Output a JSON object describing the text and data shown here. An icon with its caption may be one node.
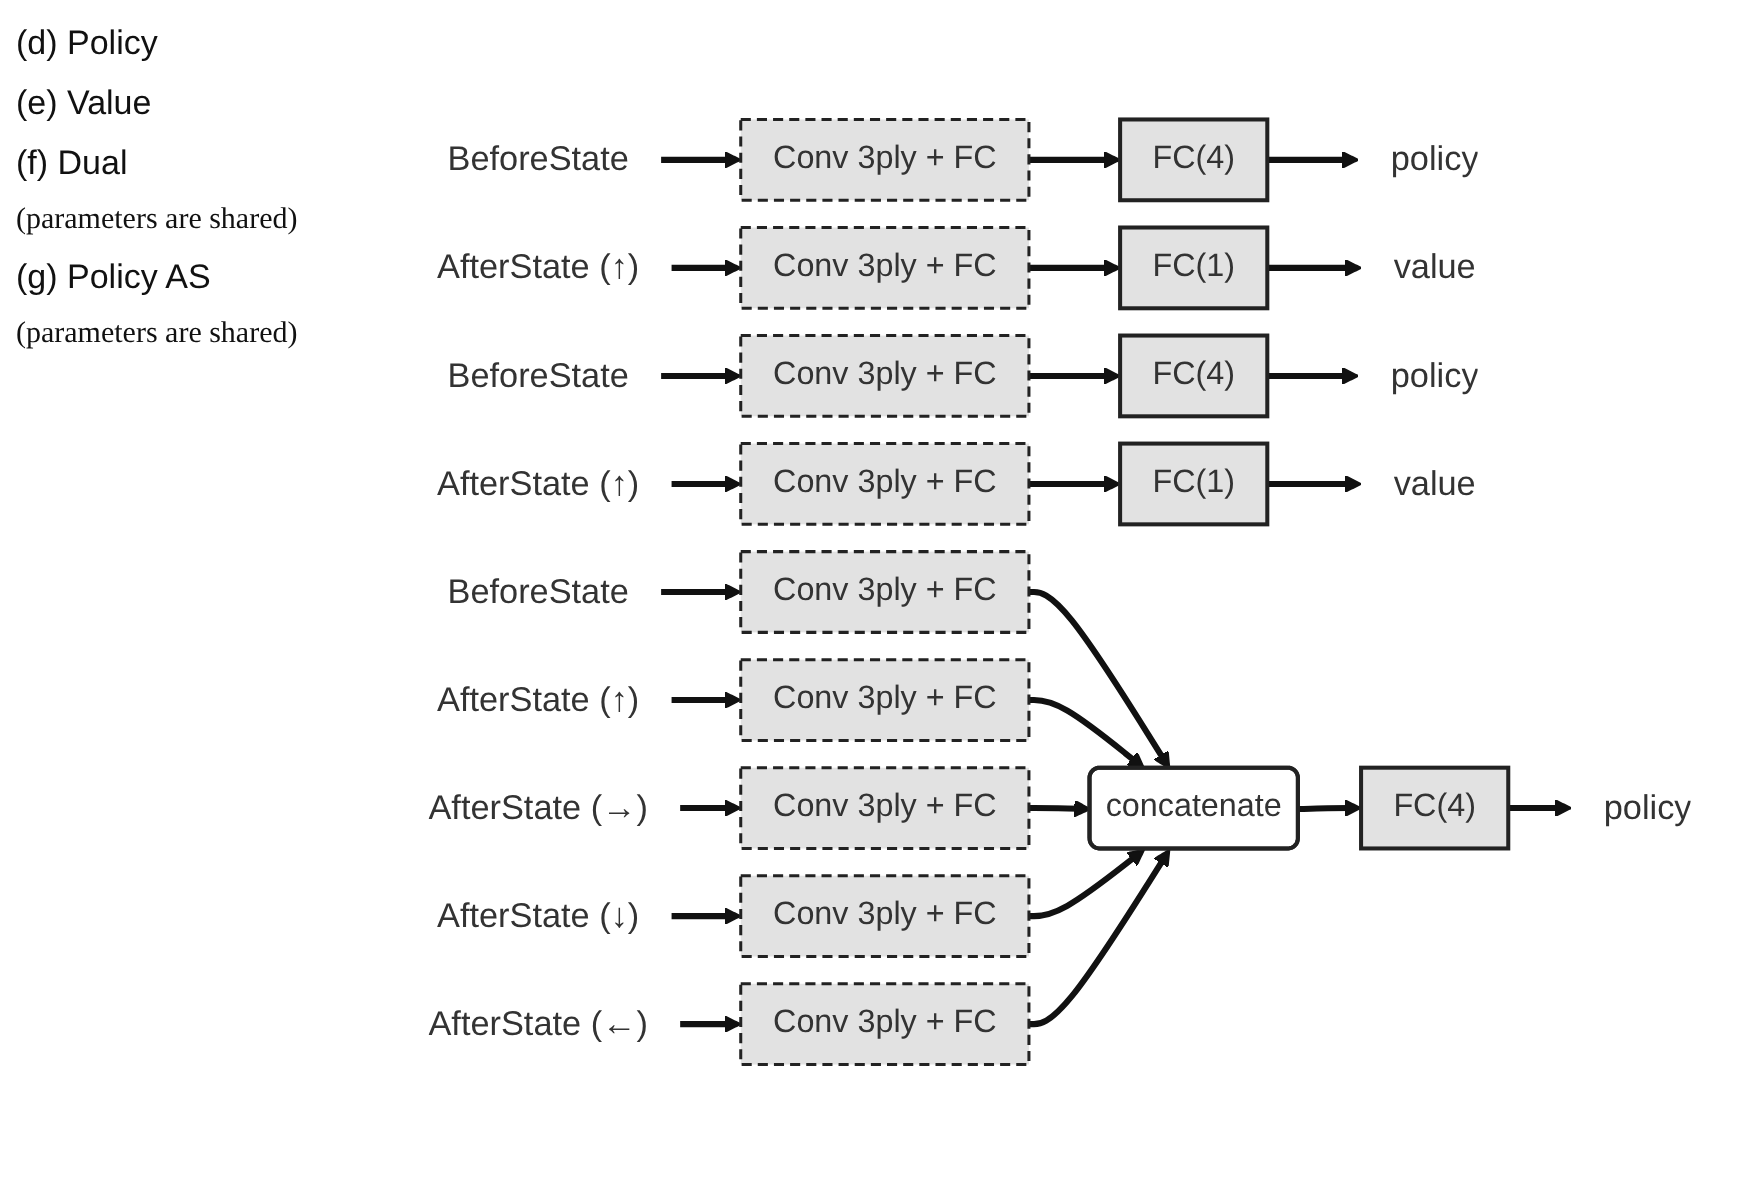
{
  "diagram": {
    "nodes": [
      {
        "text": [
          "BeforeState"
        ]
      },
      {
        "text": [
          "Conv 3ply + FC"
        ]
      },
      {
        "text": [
          "FC(4)"
        ]
      },
      {
        "text": [
          "policy"
        ]
      },
      {
        "text": [
          "AfterState (↑)"
        ]
      },
      {
        "text": [
          "Conv 3ply + FC"
        ]
      },
      {
        "text": [
          "FC(1)"
        ]
      },
      {
        "text": [
          "value"
        ]
      },
      {
        "text": [
          "BeforeState"
        ]
      },
      {
        "text": [
          "Conv 3ply + FC"
        ]
      },
      {
        "text": [
          "FC(4)"
        ]
      },
      {
        "text": [
          "policy"
        ]
      },
      {
        "text": [
          "AfterState (↑)"
        ]
      },
      {
        "text": [
          "Conv 3ply + FC"
        ]
      },
      {
        "text": [
          "FC(1)"
        ]
      },
      {
        "text": [
          "value"
        ]
      },
      {
        "text": [
          "BeforeState"
        ]
      },
      {
        "text": [
          "Conv 3ply + FC"
        ]
      },
      {
        "text": [
          "AfterState (↑)"
        ]
      },
      {
        "text": [
          "Conv 3ply + FC"
        ]
      },
      {
        "text": [
          "AfterState (→)"
        ]
      },
      {
        "text": [
          "Conv 3ply + FC"
        ]
      },
      {
        "text": [
          "AfterState (↓)"
        ]
      },
      {
        "text": [
          "Conv 3ply + FC"
        ]
      },
      {
        "text": [
          "AfterState (←)"
        ]
      },
      {
        "text": [
          "Conv 3ply + FC"
        ]
      },
      {
        "text": [
          "concatenate"
        ]
      },
      {
        "text": [
          "FC(4)"
        ]
      },
      {
        "text": [
          "policy"
        ]
      }
    ],
    "edges": [
      {
        "from": 0,
        "to": 1,
        "arrow": "to"
      },
      {
        "from": 1,
        "to": 2,
        "arrow": "to"
      },
      {
        "from": 2,
        "to": 3,
        "arrow": "to"
      },
      {
        "from": 4,
        "to": 5,
        "arrow": "to"
      },
      {
        "from": 5,
        "to": 6,
        "arrow": "to"
      },
      {
        "from": 6,
        "to": 7,
        "arrow": "to"
      },
      {
        "from": 8,
        "to": 9,
        "arrow": "to"
      },
      {
        "from": 9,
        "to": 10,
        "arrow": "to"
      },
      {
        "from": 10,
        "to": 11,
        "arrow": "to"
      },
      {
        "from": 12,
        "to": 13,
        "arrow": "to"
      },
      {
        "from": 13,
        "to": 14,
        "arrow": "to"
      },
      {
        "from": 14,
        "to": 15,
        "arrow": "to"
      },
      {
        "from": 16,
        "to": 17,
        "arrow": "to"
      },
      {
        "from": 18,
        "to": 19,
        "arrow": "to"
      },
      {
        "from": 20,
        "to": 21,
        "arrow": "to"
      },
      {
        "from": 22,
        "to": 23,
        "arrow": "to"
      },
      {
        "from": 24,
        "to": 25,
        "arrow": "to"
      },
      {
        "from": 17,
        "to": 26,
        "arrow": "to"
      },
      {
        "from": 19,
        "to": 26,
        "arrow": "to"
      },
      {
        "from": 21,
        "to": 26,
        "arrow": "to"
      },
      {
        "from": 23,
        "to": 26,
        "arrow": "to"
      },
      {
        "from": 25,
        "to": 26,
        "arrow": "to"
      },
      {
        "from": 26,
        "to": 27,
        "arrow": "to"
      },
      {
        "from": 27,
        "to": 28,
        "arrow": "to"
      }
    ],
    "labels": [
      "(d) Policy",
      "(e) Value",
      "(f) Dual",
      "(parameters are shared)",
      "(g) Policy AS",
      "(parameters are shared)"
    ]
  }
}
